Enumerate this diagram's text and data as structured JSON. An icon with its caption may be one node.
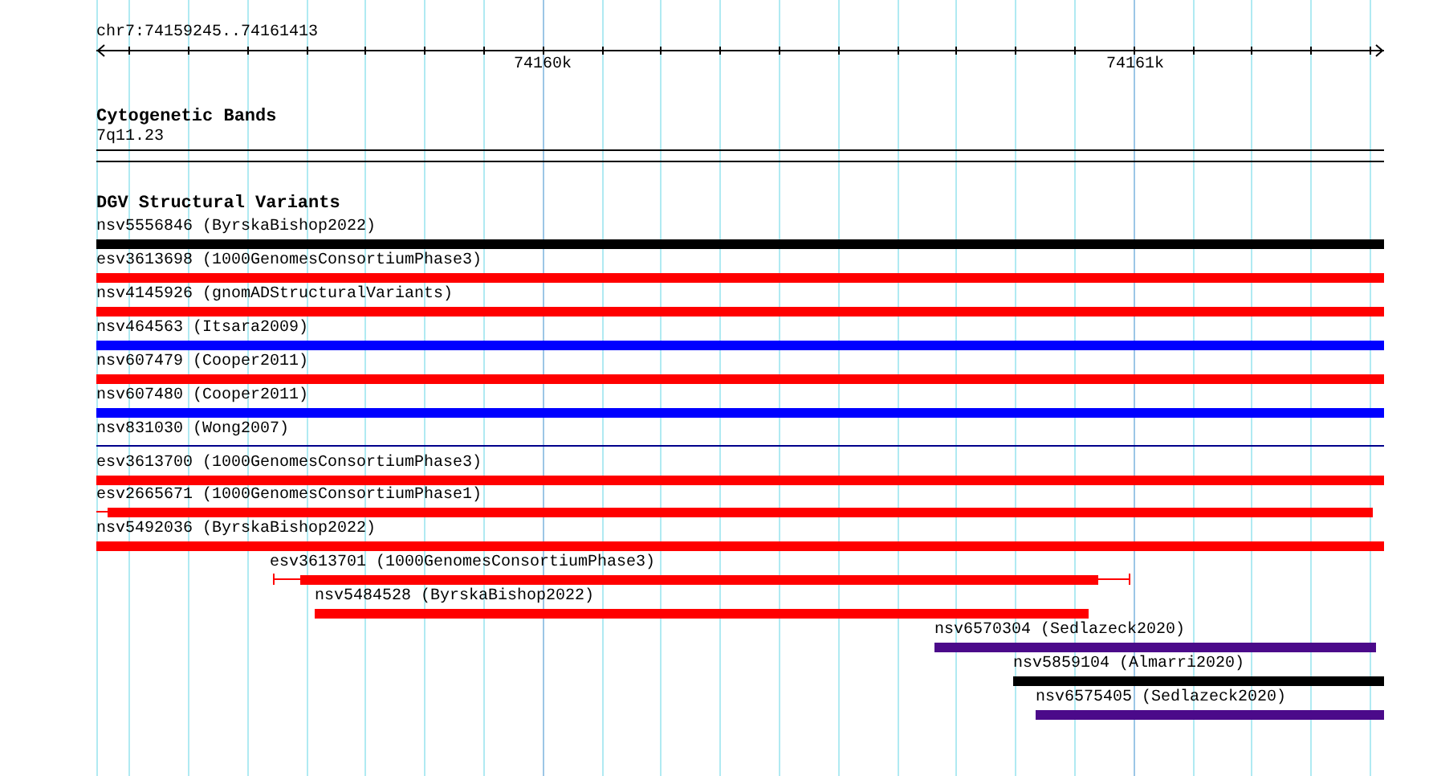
{
  "diagram": {
    "title": "chr7:74159245..74161413",
    "nodes": [
      {
        "text": [
          "nsv5556846 (ByrskaBishop2022)"
        ]
      },
      {
        "text": [
          "esv3613698 (1000GenomesConsortiumPhase3)"
        ]
      },
      {
        "text": [
          "nsv4145926 (gnomADStructuralVariants)"
        ]
      },
      {
        "text": [
          "nsv464563 (Itsara2009)"
        ]
      },
      {
        "text": [
          "nsv607479 (Cooper2011)"
        ]
      },
      {
        "text": [
          "nsv607480 (Cooper2011)"
        ]
      },
      {
        "text": [
          "nsv831030 (Wong2007)"
        ]
      },
      {
        "text": [
          "esv3613700 (1000GenomesConsortiumPhase3)"
        ]
      },
      {
        "text": [
          "esv2665671 (1000GenomesConsortiumPhase1)"
        ]
      },
      {
        "text": [
          "nsv5492036 (ByrskaBishop2022)"
        ]
      },
      {
        "text": [
          "esv3613701 (1000GenomesConsortiumPhase3)"
        ]
      },
      {
        "text": [
          "nsv5484528 (ByrskaBishop2022)"
        ]
      },
      {
        "text": [
          "nsv6570304 (Sedlazeck2020)"
        ]
      },
      {
        "text": [
          "nsv5859104 (Almarri2020)"
        ]
      },
      {
        "text": [
          "nsv6575405 (Sedlazeck2020)"
        ]
      }
    ],
    "labels": [
      "74160k",
      "74161k",
      "Cytogenetic Bands",
      "7q11.23",
      "DGV Structural Variants"
    ]
  }
}
